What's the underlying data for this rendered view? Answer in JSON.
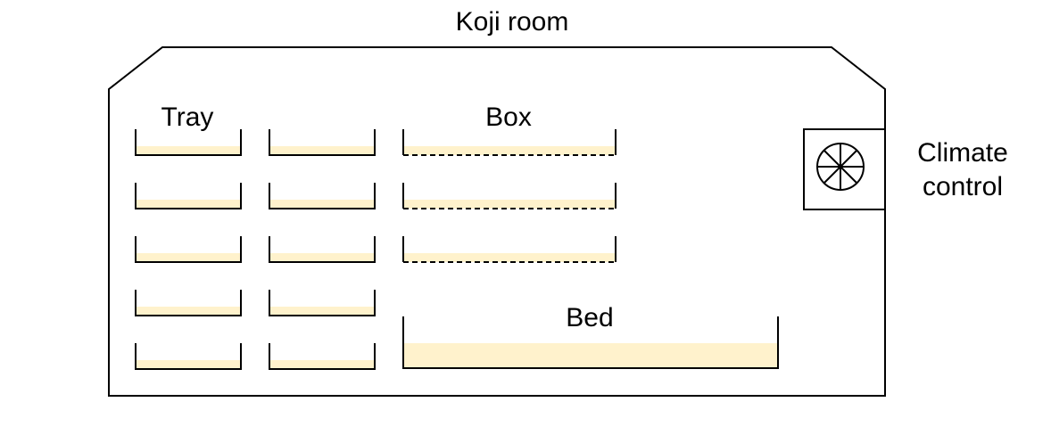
{
  "title": "Koji room",
  "labels": {
    "tray": "Tray",
    "box": "Box",
    "bed": "Bed",
    "climate_line1": "Climate",
    "climate_line2": "control"
  },
  "containers": {
    "tray_rows": 5,
    "tray_columns": 2,
    "box_count": 3,
    "bed_count": 1
  },
  "icons": {
    "climate_control": "fan-icon"
  },
  "colors": {
    "fill": "#fff2cc",
    "stroke": "#000000"
  }
}
